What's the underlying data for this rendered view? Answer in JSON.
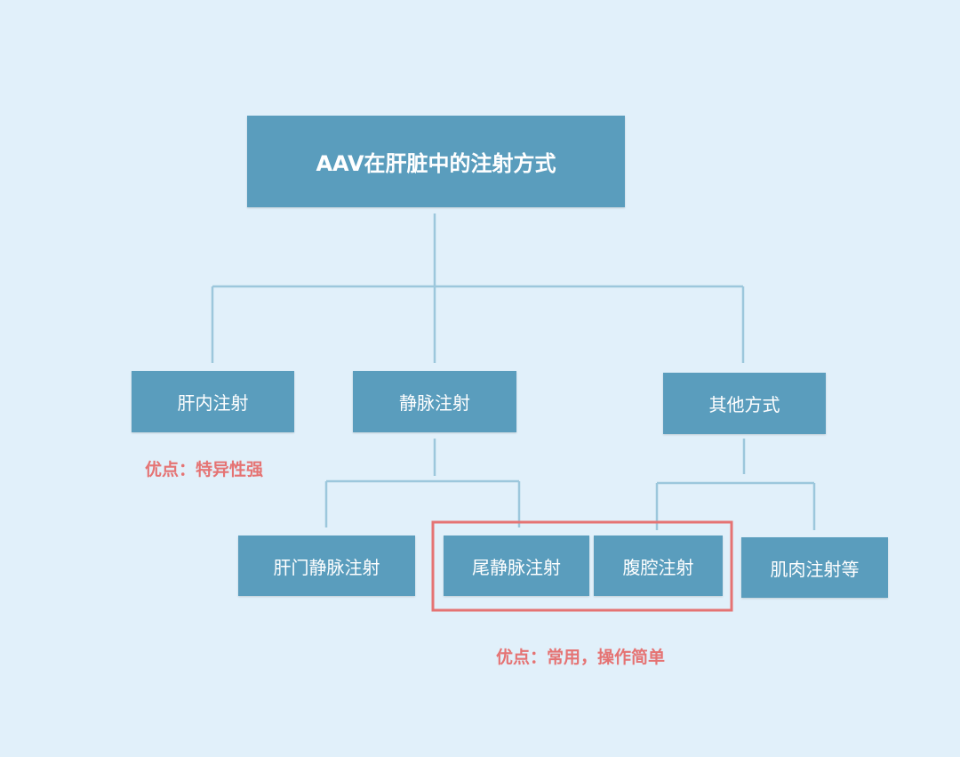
{
  "root": {
    "label": "AAV在肝脏中的注射方式"
  },
  "level1": [
    {
      "label": "肝内注射"
    },
    {
      "label": "静脉注射"
    },
    {
      "label": "其他方式"
    }
  ],
  "level2": [
    {
      "label": "肝门静脉注射"
    },
    {
      "label": "尾静脉注射"
    },
    {
      "label": "腹腔注射"
    },
    {
      "label": "肌肉注射等"
    }
  ],
  "notes": {
    "intrahepatic": "优点：特异性强",
    "highlighted": "优点：常用，操作简单"
  },
  "colors": {
    "box": "#5a9dbd",
    "background": "#e1f0fa",
    "connector": "#9cc7dc",
    "highlight": "#e57373"
  }
}
